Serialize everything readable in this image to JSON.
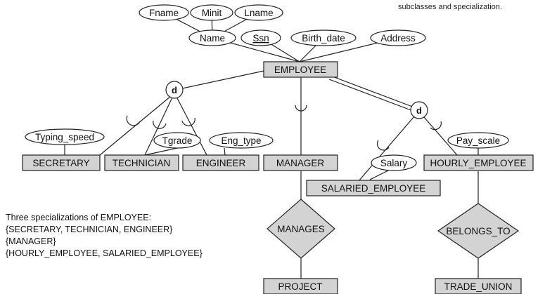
{
  "diagram": {
    "caption": "subclasses and specialization.",
    "colors": {
      "entity_fill": "#d3d3d3",
      "entity_stroke": "#222222",
      "attribute_fill": "#ffffff",
      "relationship_fill": "#d3d3d3",
      "line": "#222222"
    },
    "entities": {
      "employee": "EMPLOYEE",
      "secretary": "SECRETARY",
      "technician": "TECHNICIAN",
      "engineer": "ENGINEER",
      "manager": "MANAGER",
      "salaried_employee": "SALARIED_EMPLOYEE",
      "hourly_employee": "HOURLY_EMPLOYEE",
      "project": "PROJECT",
      "trade_union": "TRADE_UNION"
    },
    "attributes": {
      "fname": "Fname",
      "minit": "Minit",
      "lname": "Lname",
      "name": "Name",
      "ssn": "Ssn",
      "birth_date": "Birth_date",
      "address": "Address",
      "typing_speed": "Typing_speed",
      "tgrade": "Tgrade",
      "eng_type": "Eng_type",
      "salary": "Salary",
      "pay_scale": "Pay_scale"
    },
    "relationships": {
      "manages": "MANAGES",
      "belongs_to": "BELONGS_TO"
    },
    "disjoint_symbol": "d"
  },
  "notes": {
    "lines": [
      "Three specializations of EMPLOYEE:",
      "{SECRETARY, TECHNICIAN, ENGINEER}",
      "{MANAGER}",
      "{HOURLY_EMPLOYEE, SALARIED_EMPLOYEE}"
    ]
  }
}
